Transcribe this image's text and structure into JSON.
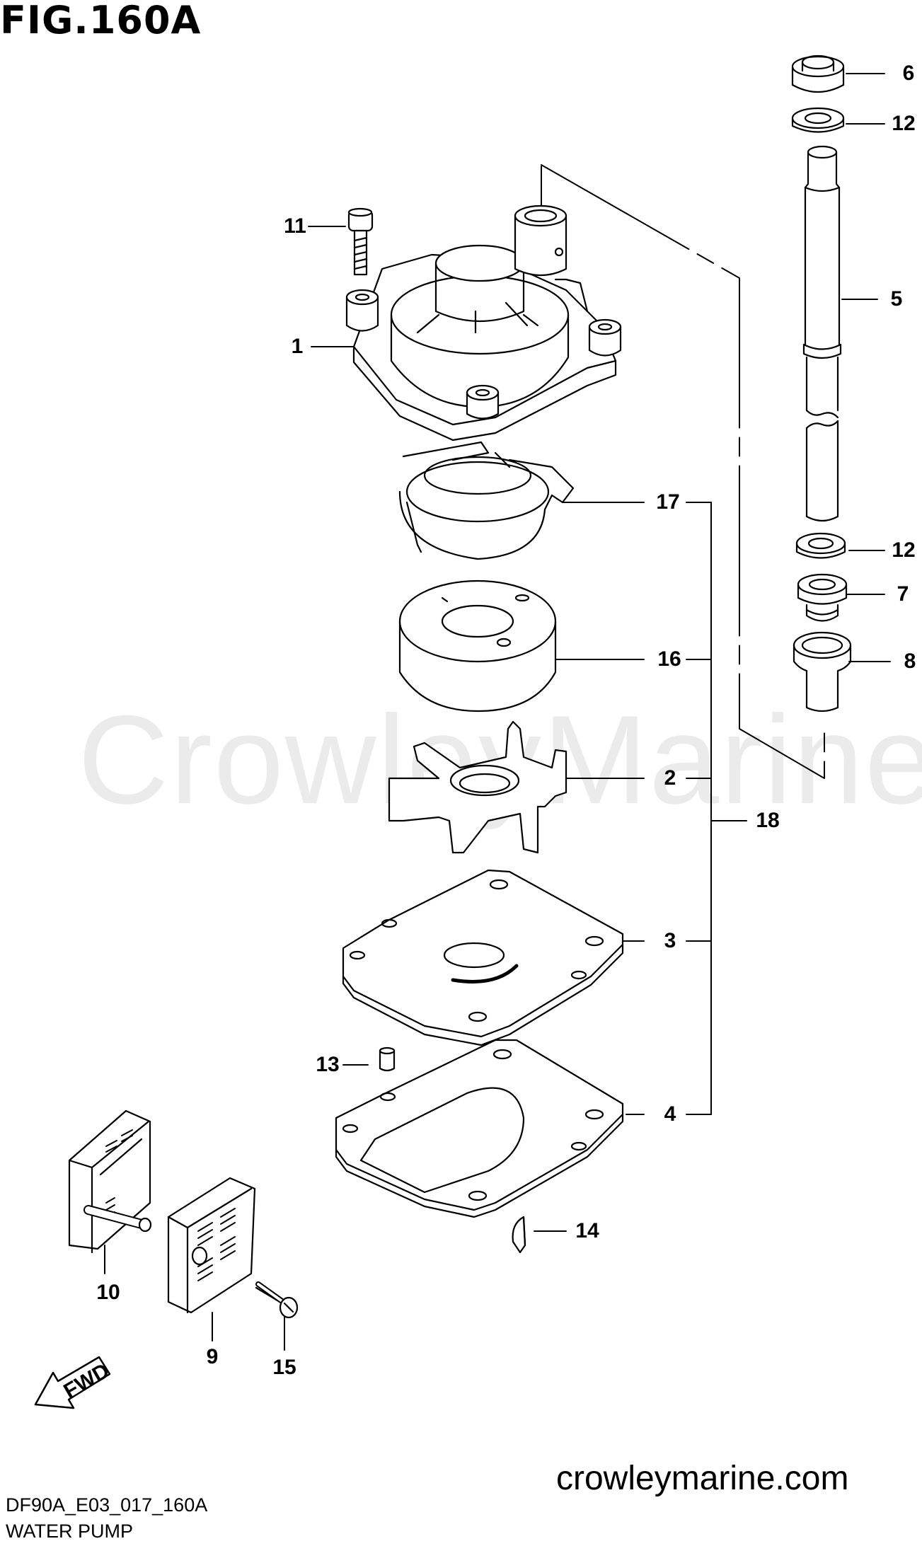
{
  "figure_title": "FIG.160A",
  "watermark": "CrowleyMarine",
  "website": "crowleymarine.com",
  "diagram_code": "DF90A_E03_017_160A",
  "caption": "WATER PUMP",
  "fwd_label": "FWD",
  "callouts": {
    "p1": "1",
    "p2": "2",
    "p3": "3",
    "p4": "4",
    "p5": "5",
    "p6": "6",
    "p7": "7",
    "p8": "8",
    "p9": "9",
    "p10": "10",
    "p11": "11",
    "p12a": "12",
    "p12b": "12",
    "p13": "13",
    "p14": "14",
    "p15": "15",
    "p16": "16",
    "p17": "17",
    "p18": "18"
  }
}
